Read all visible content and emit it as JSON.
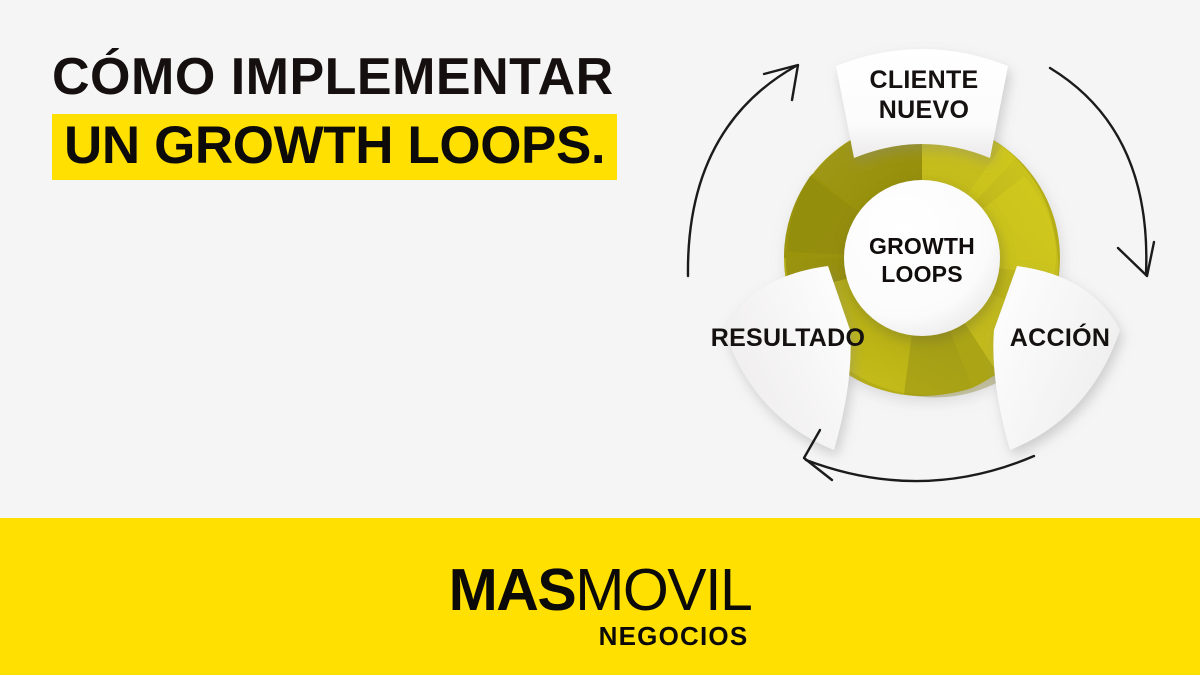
{
  "background_color": "#f5f5f5",
  "accent_yellow": "#ffe000",
  "headline": {
    "line1": "CÓMO IMPLEMENTAR",
    "line2": "UN GROWTH LOOPS."
  },
  "diagram": {
    "type": "cycle",
    "center_label_line1": "GROWTH",
    "center_label_line2": "LOOPS",
    "disc_colors": {
      "olive_dark": "#9e9812",
      "olive_mid": "#b4ac17",
      "olive_light": "#cdc51d",
      "olive_shadow": "#8a8410"
    },
    "steps": [
      {
        "id": "cliente-nuevo",
        "position": "top",
        "line1": "CLIENTE",
        "line2": "NUEVO"
      },
      {
        "id": "accion",
        "position": "bottom-right",
        "line1": "ACCIÓN",
        "line2": ""
      },
      {
        "id": "resultado",
        "position": "bottom-left",
        "line1": "RESULTADO",
        "line2": ""
      }
    ],
    "arrows": [
      {
        "id": "arrow-left-up",
        "direction": "clockwise"
      },
      {
        "id": "arrow-right-down",
        "direction": "clockwise"
      },
      {
        "id": "arrow-bottom-left",
        "direction": "clockwise"
      }
    ]
  },
  "footer": {
    "logo_mas": "MAS",
    "logo_movil": "MOVIL",
    "logo_sub": "NEGOCIOS"
  }
}
